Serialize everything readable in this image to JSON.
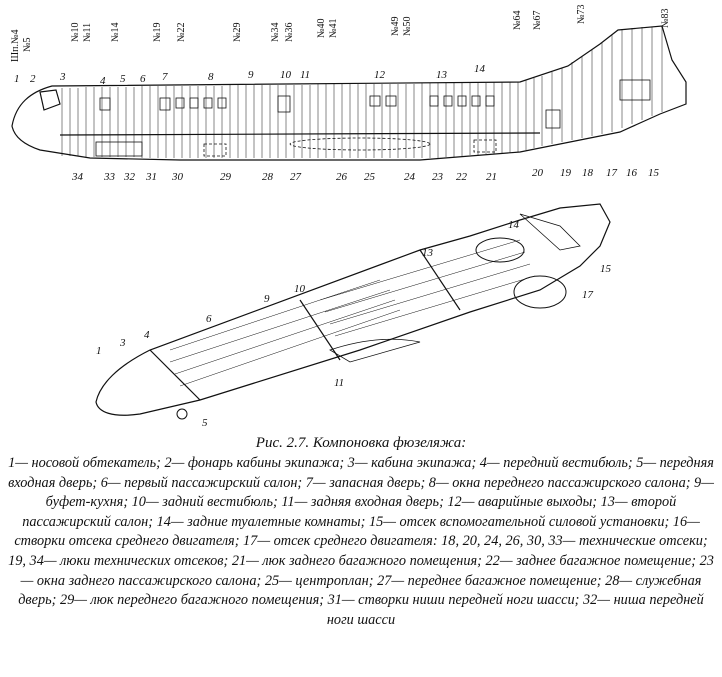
{
  "figure": {
    "frame_labels": [
      "Шп.№4",
      "№5",
      "№10",
      "№11",
      "№14",
      "№19",
      "№22",
      "№29",
      "№34",
      "№36",
      "№40",
      "№41",
      "№49",
      "№50",
      "№64",
      "№67",
      "№73",
      "№83"
    ],
    "side_view_top_numbers": [
      "1",
      "2",
      "3",
      "4",
      "5",
      "6",
      "7",
      "8",
      "9",
      "10",
      "11",
      "12",
      "13",
      "14"
    ],
    "side_view_bottom_numbers": [
      "34",
      "33",
      "32",
      "31",
      "30",
      "29",
      "28",
      "27",
      "26",
      "25",
      "24",
      "23",
      "22",
      "21",
      "20",
      "19",
      "18",
      "17",
      "16",
      "15"
    ],
    "cutaway_numbers": [
      "1",
      "3",
      "4",
      "5",
      "6",
      "9",
      "10",
      "11",
      "13",
      "14",
      "15",
      "17"
    ]
  },
  "caption": {
    "title": "Рис. 2.7. Компоновка фюзеляжа:",
    "legend": "1— носовой обтекатель; 2— фонарь кабины экипажа; 3— кабина экипажа; 4— передний вестибюль; 5— передняя входная дверь; 6— первый пассажирский салон; 7— запасная дверь; 8— окна переднего пассажирского салона; 9— буфет-кухня; 10— задний вестибюль; 11— задняя входная дверь; 12— аварийные выходы; 13— второй пассажирский салон; 14— задние туалетные комнаты; 15— отсек вспомогательной силовой установки; 16— створки отсека среднего двигателя; 17— отсек среднего двигателя: 18, 20, 24, 26, 30, 33— технические отсеки; 19, 34— люки технических отсеков; 21— люк заднего багажного помещения; 22— заднее багажное помещение; 23— окна заднего пассажирского салона; 25— центроплан; 27— переднее багажное помещение; 28— служебная дверь; 29— люк переднего багажного помещения; 31— створки ниши передней ноги шасси; 32— ниша передней ноги шасси"
  }
}
